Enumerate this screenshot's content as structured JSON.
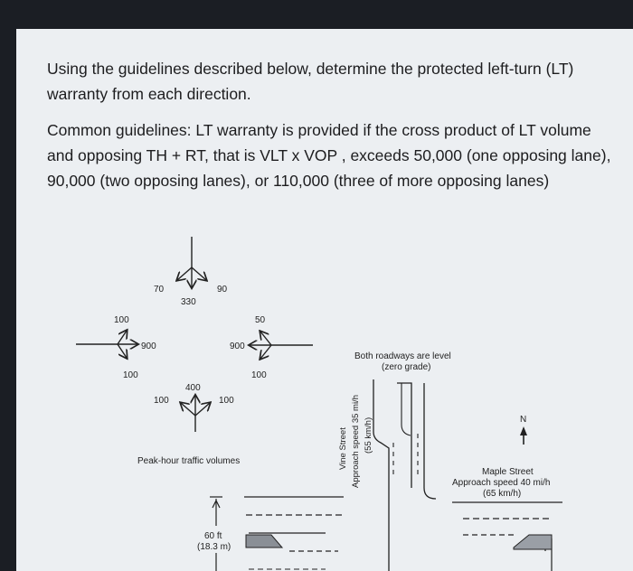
{
  "question": "Using the guidelines described below, determine the protected left-turn (LT) warranty from each direction.",
  "guidelines": "Common guidelines: LT warranty is provided if the cross product of LT volume and opposing TH + RT, that is VLT x VOP , exceeds 50,000 (one opposing lane), 90,000 (two opposing lanes), or 110,000 (three of more opposing lanes)",
  "diagram": {
    "volumes": {
      "north_lt": "70",
      "north_rt": "90",
      "north_th": "330",
      "east_rt": "50",
      "east_th": "900",
      "east_lt": "100",
      "west_lt": "100",
      "west_th": "900",
      "west_rt": "100",
      "south_th": "400",
      "south_lt": "100",
      "south_rt": "100"
    },
    "caption": "Peak-hour traffic volumes",
    "level_note_1": "Both roadways are level",
    "level_note_2": "(zero grade)",
    "north_label": "N",
    "vine_name": "Vine Street",
    "vine_speed": "Approach speed 35 mi/h",
    "vine_speed_metric": "(55 km/h)",
    "maple_name": "Maple Street",
    "maple_speed": "Approach speed 40 mi/h",
    "maple_speed_metric": "(65 km/h)",
    "dim_ft": "60 ft",
    "dim_m": "(18.3 m)"
  }
}
